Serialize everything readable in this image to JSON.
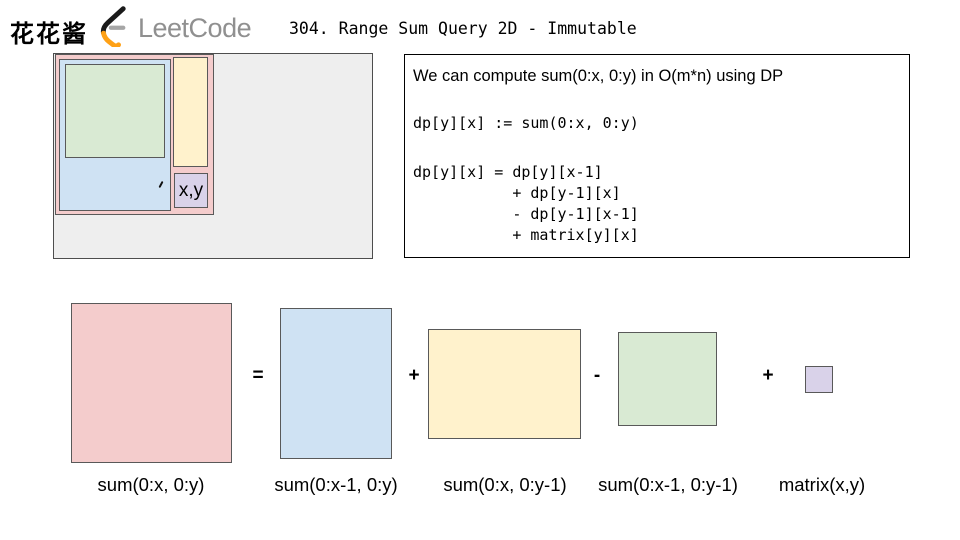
{
  "header": {
    "brand": "花花酱",
    "logo_text": "LeetCode",
    "title": "304. Range Sum Query 2D - Immutable"
  },
  "colors": {
    "pink": "#f4cccc",
    "blue": "#cfe2f3",
    "yellow": "#fff2cc",
    "green": "#d9ead3",
    "purple": "#d9d2e9",
    "diagram_background": "#eeeeee",
    "shape_border": "#595959",
    "logo_orange": "#ffa116",
    "logo_black": "#1a1a1a",
    "logo_text_gray": "#909090"
  },
  "diagram": {
    "cell_label": "x,y"
  },
  "explanation": {
    "intro": "We can compute sum(0:x, 0:y) in O(m*n) using DP",
    "code_def": "dp[y][x] := sum(0:x, 0:y)",
    "code_recurrence": "dp[y][x] = dp[y][x-1]\n           + dp[y-1][x]\n           - dp[y-1][x-1]\n           + matrix[y][x]"
  },
  "equation": {
    "label_pink": "sum(0:x, 0:y)",
    "label_blue": "sum(0:x-1, 0:y)",
    "label_yellow": "sum(0:x, 0:y-1)",
    "label_green": "sum(0:x-1, 0:y-1)",
    "label_purple": "matrix(x,y)",
    "op_equals": "=",
    "op_plus_1": "+",
    "op_minus": "-",
    "op_plus_2": "+"
  }
}
